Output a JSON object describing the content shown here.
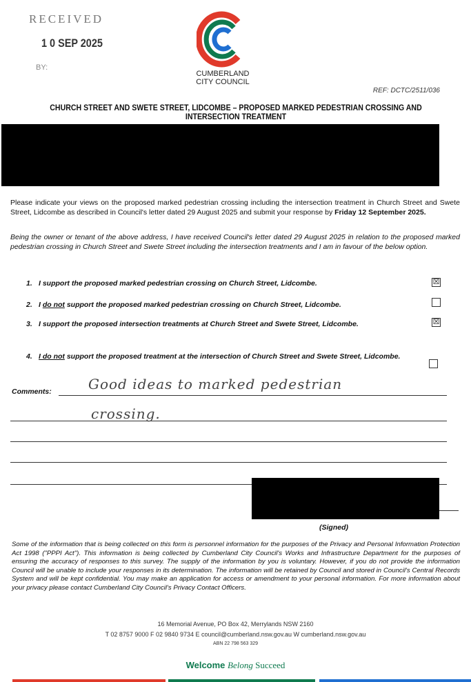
{
  "stamp": {
    "word": "RECEIVED",
    "date": "1 0 SEP 2025",
    "by": "BY:"
  },
  "logo": {
    "line1": "CUMBERLAND",
    "line2": "CITY COUNCIL"
  },
  "ref": "REF: DCTC/2511/036",
  "title": "CHURCH STREET AND SWETE STREET, LIDCOMBE – PROPOSED MARKED PEDESTRIAN CROSSING AND INTERSECTION TREATMENT",
  "intro": {
    "text": "Please indicate your views on the proposed marked pedestrian crossing including the intersection treatment in Church Street and Swete Street, Lidcombe as described in Council's letter dated 29 August 2025 and submit your response by ",
    "deadline": "Friday 12 September 2025."
  },
  "statement": "Being the owner or tenant of the above address, I have received Council's letter dated 29 August 2025 in relation to the proposed marked pedestrian crossing in Church Street and Swete Street including the intersection treatments and I am in favour of the below option.",
  "options": [
    {
      "num": "1.",
      "pre": "",
      "under": "",
      "text": "I support the proposed marked pedestrian crossing on Church Street, Lidcombe.",
      "mark": "☒"
    },
    {
      "num": "2.",
      "pre": "I ",
      "under": "do not",
      "text": " support the proposed marked pedestrian crossing on Church Street, Lidcombe.",
      "mark": ""
    },
    {
      "num": "3.",
      "pre": "",
      "under": "",
      "text": "I support the proposed intersection treatments at Church Street and Swete Street, Lidcombe.",
      "mark": "☒"
    },
    {
      "num": "4.",
      "pre": "",
      "under": "I do not",
      "text": " support the proposed treatment at the intersection of Church Street and Swete Street, Lidcombe.",
      "mark": ""
    }
  ],
  "comments": {
    "label": "Comments:",
    "line1": "Good ideas to marked pedestrian",
    "line2": "crossing."
  },
  "signed": "(Signed)",
  "privacy": "Some of the information that is being collected on this form is personnel information for the purposes of the Privacy and Personal Information Protection Act 1998 (\"PPPI Act\"). This information is being collected by Cumberland City Council's Works and Infrastructure Department for the purposes of ensuring the accuracy of responses to this survey. The supply of the information by you is voluntary. However, if you do not provide the information Council will be unable to include your responses in its determination. The information will be retained by Council and stored in Council's Central Records System and will be kept confidential. You may make an application for access or amendment to your personal information. For more information about your privacy please contact Cumberland City Council's Privacy Contact Officers.",
  "footer": {
    "address": "16 Memorial Avenue, PO Box 42, Merrylands NSW 2160",
    "contact": "T 02 8757 9000   F 02 9840 9734   E council@cumberland.nsw.gov.au   W cumberland.nsw.gov.au",
    "abn": "ABN 22 798 563 329",
    "slogan1": "Welcome ",
    "slogan2": "Belong ",
    "slogan3": "Succeed"
  },
  "colors": {
    "red": "#e03a2b",
    "green": "#0f7a4f",
    "blue": "#1f6fd1"
  }
}
